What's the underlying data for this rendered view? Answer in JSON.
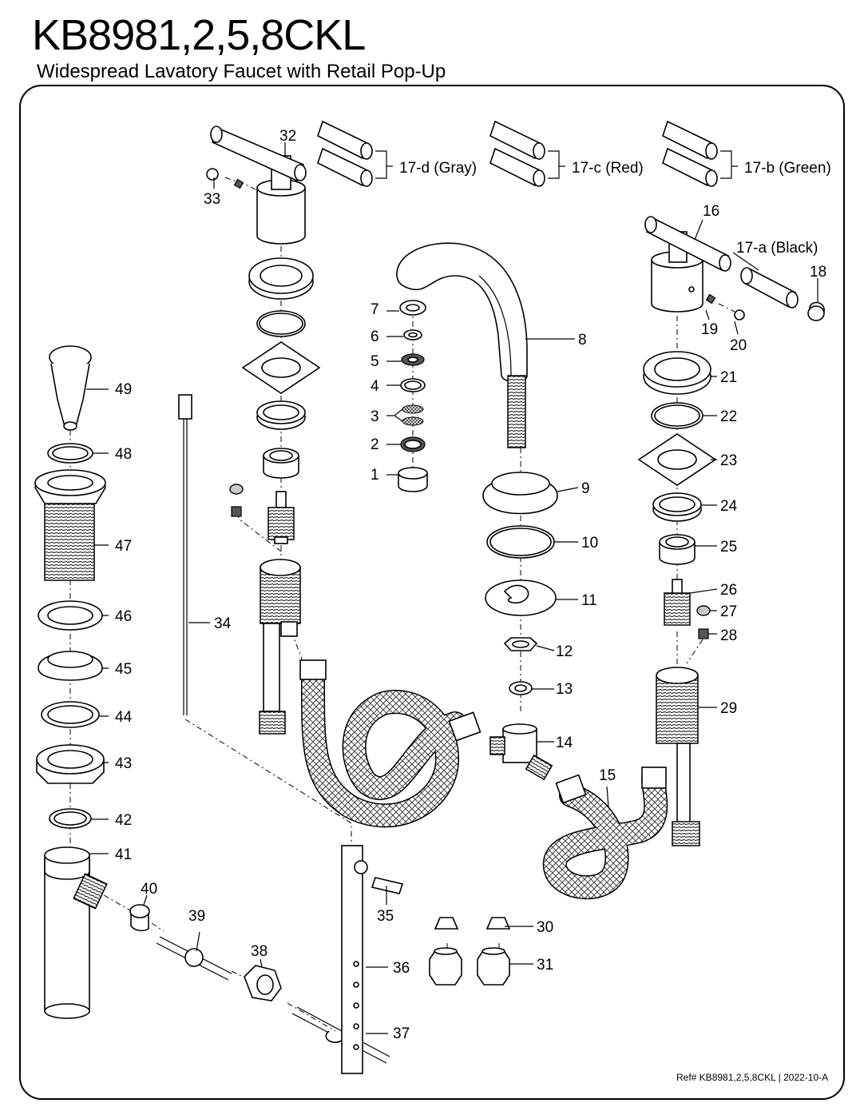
{
  "header": {
    "model": "KB8981,2,5,8CKL",
    "description": "Widespread Lavatory Faucet with Retail Pop-Up"
  },
  "footer": {
    "reference": "Ref# KB8981,2,5,8CKL | 2022-10-A"
  },
  "callouts": {
    "c1": "1",
    "c2": "2",
    "c3": "3",
    "c4": "4",
    "c5": "5",
    "c6": "6",
    "c7": "7",
    "c8": "8",
    "c9": "9",
    "c10": "10",
    "c11": "11",
    "c12": "12",
    "c13": "13",
    "c14": "14",
    "c15": "15",
    "c16": "16",
    "c17a": "17-a (Black)",
    "c17b": "17-b (Green)",
    "c17c": "17-c (Red)",
    "c17d": "17-d (Gray)",
    "c18": "18",
    "c19": "19",
    "c20": "20",
    "c21": "21",
    "c22": "22",
    "c23": "23",
    "c24": "24",
    "c25": "25",
    "c26": "26",
    "c27": "27",
    "c28": "28",
    "c29": "29",
    "c30": "30",
    "c31": "31",
    "c32": "32",
    "c33": "33",
    "c34": "34",
    "c35": "35",
    "c36": "36",
    "c37": "37",
    "c38": "38",
    "c39": "39",
    "c40": "40",
    "c41": "41",
    "c42": "42",
    "c43": "43",
    "c44": "44",
    "c45": "45",
    "c46": "46",
    "c47": "47",
    "c48": "48",
    "c49": "49"
  }
}
